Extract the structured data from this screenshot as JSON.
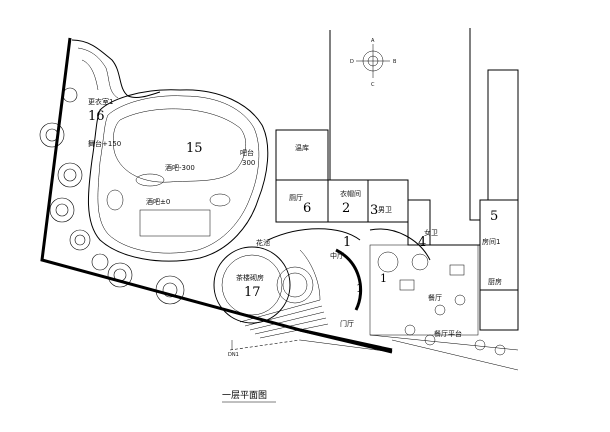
{
  "drawing_title": "一层平面图",
  "compass": {
    "n": "A",
    "s": "C",
    "w": "D",
    "e": "B"
  },
  "scale_bar_label": "DN1",
  "rooms": {
    "changing_room": {
      "number": "16",
      "name": "更衣室1"
    },
    "stage": {
      "name": "舞台+150"
    },
    "bar_area": {
      "number": "15",
      "name": "酒吧-300"
    },
    "bar_floor": {
      "name": "酒吧±0"
    },
    "bar_counter": {
      "name": "吧台"
    },
    "bar_counter_level": {
      "name": "300"
    },
    "garage": {
      "name": "温库"
    },
    "hall": {
      "number": "6",
      "name": "厕厅"
    },
    "cloakroom": {
      "number": "2",
      "name": "衣帽间"
    },
    "mens_wc": {
      "number": "3",
      "name": "男卫"
    },
    "womens_wc": {
      "number": "4",
      "name": "女卫"
    },
    "main_hall": {
      "number": "1",
      "name": "中厅"
    },
    "flower_pool": {
      "name": "花池"
    },
    "tea_room": {
      "number": "17",
      "name": "茶楼砌房"
    },
    "room1": {
      "number": "5",
      "name": "房间1"
    },
    "kitchen": {
      "name": "厨房"
    },
    "dining": {
      "name": "餐厅"
    },
    "dining_terrace": {
      "name": "餐厅平台"
    },
    "entrance": {
      "name": "门厅"
    }
  },
  "misc_numbers": [
    "1",
    "1"
  ]
}
